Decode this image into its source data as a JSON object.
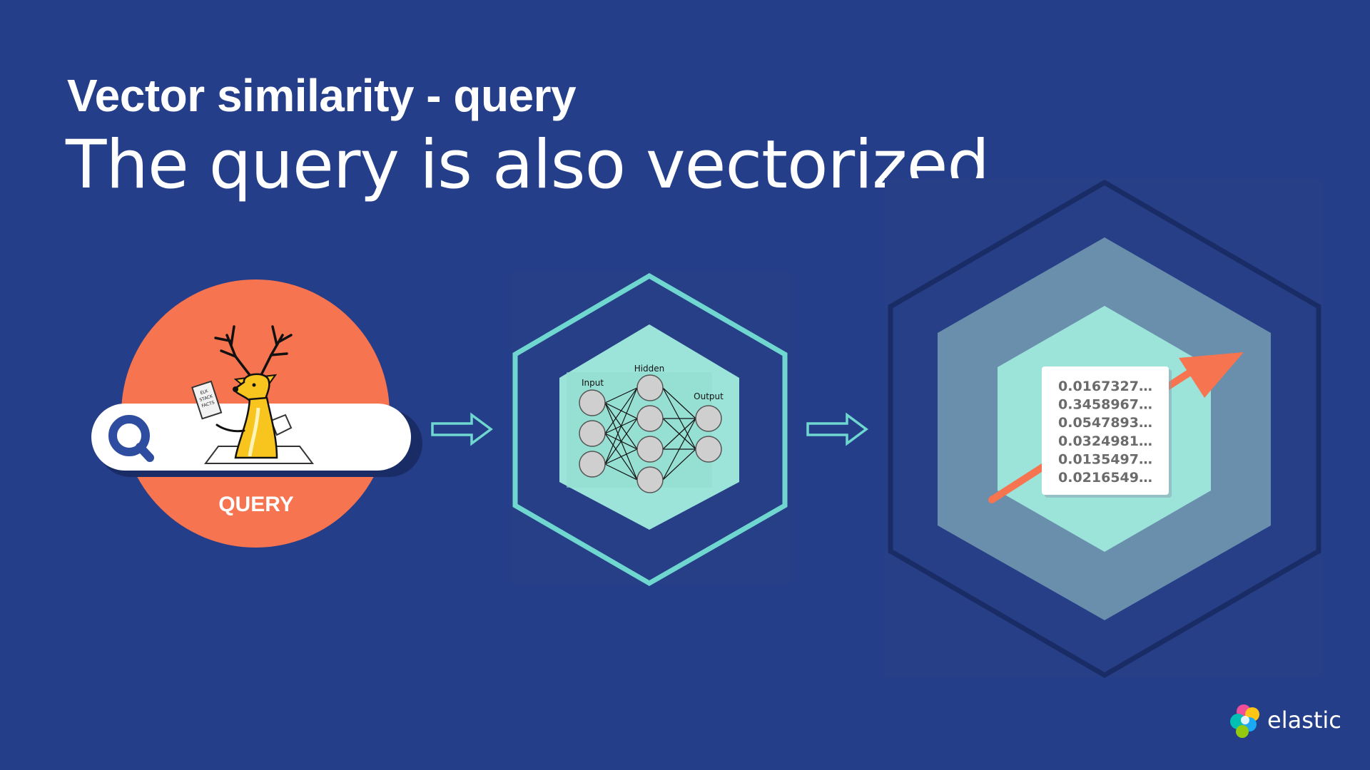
{
  "slide": {
    "title": "Vector similarity - query",
    "subtitle": "The query is also vectorized"
  },
  "query_badge": {
    "label": "QUERY",
    "sign_text": [
      "ELK",
      "STACK",
      "FACTS"
    ],
    "icon": "search-icon"
  },
  "network": {
    "labels": {
      "input": "Input",
      "hidden": "Hidden",
      "output": "Output"
    },
    "layers": [
      3,
      4,
      2
    ]
  },
  "vector": {
    "values": [
      "0.0167327…",
      "0.3458967…",
      "0.0547893…",
      "0.0324981…",
      "0.0135497…",
      "0.0216549…"
    ]
  },
  "brand": {
    "name": "elastic"
  },
  "colors": {
    "background": "#243e89",
    "coral": "#f6744f",
    "teal": "#9ce4da",
    "teal_outline": "#6fd7cf",
    "slate": "#6a8fad",
    "navy": "#1a2c66"
  }
}
